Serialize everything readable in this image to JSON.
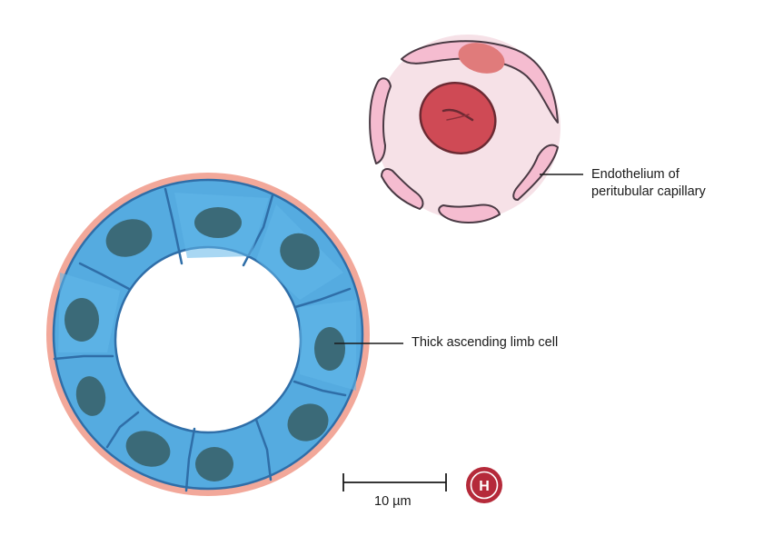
{
  "labels": {
    "endothelium_line1": "Endothelium of",
    "endothelium_line2": "peritubular capillary",
    "thick_ascending_limb": "Thick ascending limb cell"
  },
  "scale_bar": {
    "label": "10 µm"
  },
  "logo": {
    "text": "H"
  },
  "colors": {
    "basement_membrane": "#f2a89a",
    "epithelial_cell": "#55abe0",
    "cell_outline": "#2f6ea8",
    "nucleus": "#3b6a78",
    "capillary_lumen": "#f6e1e7",
    "endothelial_cell": "#f5bcd0",
    "red_blood_cell": "#cf4a55",
    "logo": "#b52a3a"
  }
}
